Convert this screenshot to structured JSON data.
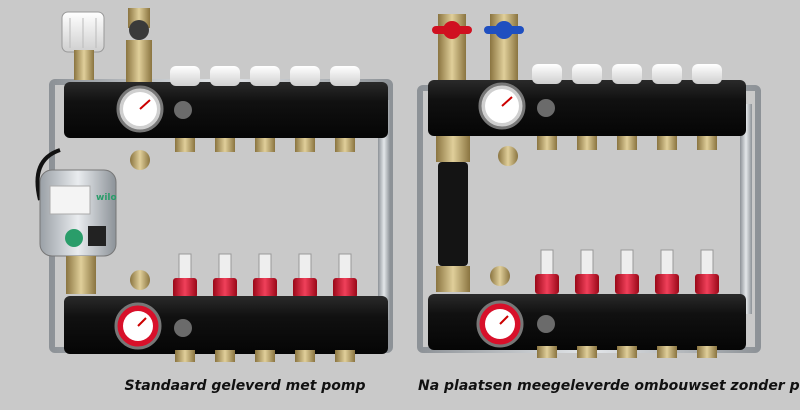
{
  "captions": {
    "left": "Standaard geleverd met pomp",
    "right": "Na plaatsen meegeleverde ombouwset zonder pomp"
  },
  "pump_label": "wilo",
  "circuits_per_manifold": 5,
  "colors": {
    "background": "#c9c9c9",
    "manifold_black": "#111111",
    "frame_steel": "#b8bcc0",
    "brass": "#b8a060",
    "flow_meter_red": "#d8102a",
    "cap_white": "#f2f2f2",
    "valve_red": "#d01020",
    "valve_blue": "#1f4fc0",
    "pump_green": "#2a9d6a"
  }
}
